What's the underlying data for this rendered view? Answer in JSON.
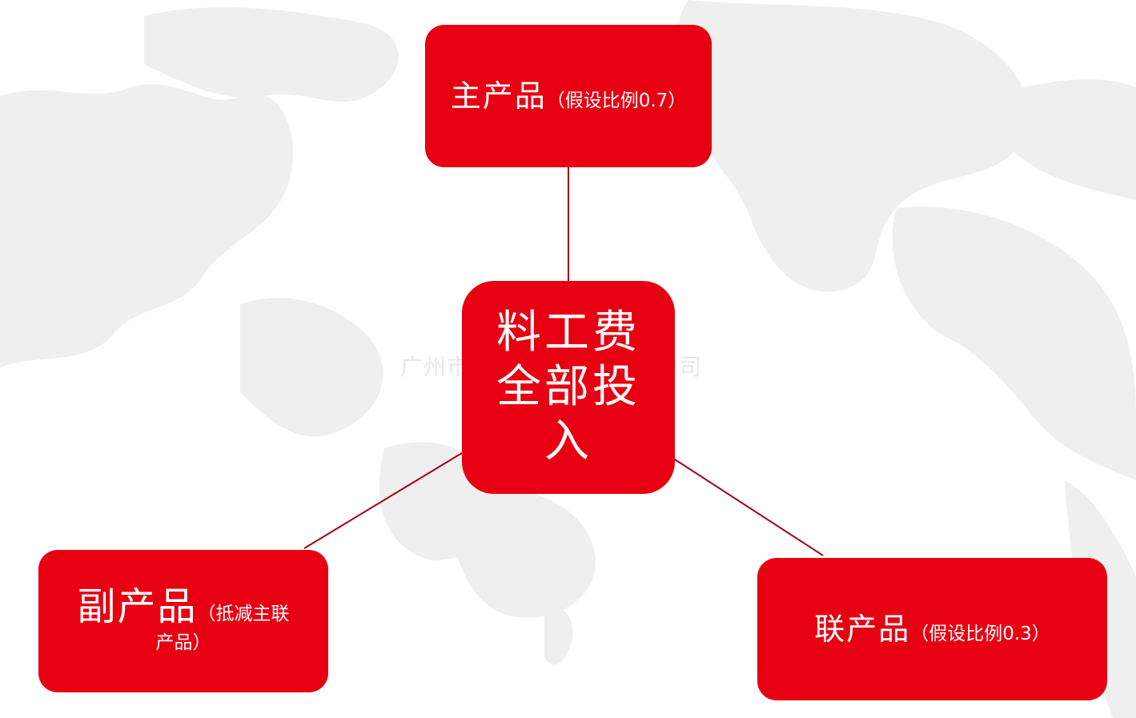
{
  "colors": {
    "node_fill": "#e60012",
    "connector": "#a60015",
    "background": "#ffffff",
    "map": "#eeeeee"
  },
  "nodes": {
    "main": {
      "label": "主产品",
      "note": "（假设比例0.7）"
    },
    "center": {
      "label": "料工费全部投入"
    },
    "by_product": {
      "label": "副产品",
      "note_line1": "（抵减主联",
      "note_line2": "产品）"
    },
    "joint": {
      "label": "联产品",
      "note": "（假设比例0.3）"
    }
  },
  "watermark": "广州市羿萤信息科技有限公司"
}
